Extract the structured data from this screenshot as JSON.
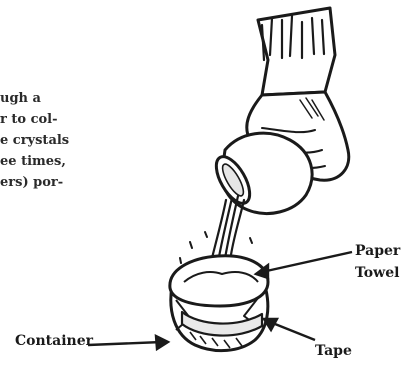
{
  "text_lines": [
    "ugh a",
    "r to col-",
    "e crystals",
    "ee times,",
    "ers) por-"
  ],
  "labels": {
    "paper_line1": "Paper",
    "paper_line2": "Towel",
    "container": "Container",
    "tape": "Tape"
  },
  "colors": {
    "ink": "#1a1a1a",
    "paper": "#ffffff"
  }
}
